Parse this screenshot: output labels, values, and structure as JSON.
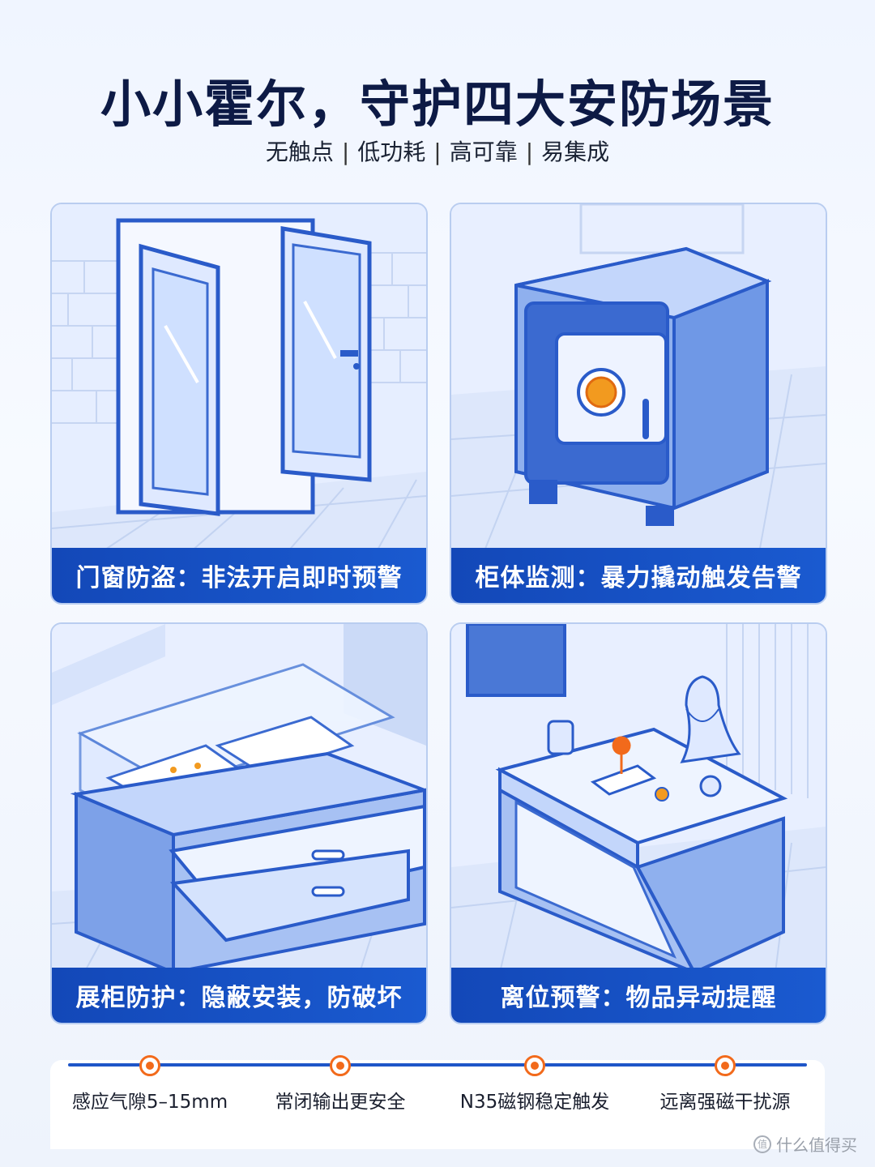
{
  "title": "小小霍尔，守护四大安防场景",
  "subtitle": [
    "无触点",
    "低功耗",
    "高可靠",
    "易集成"
  ],
  "cards": [
    {
      "label": "门窗防盗：非法开启即时预警"
    },
    {
      "label": "柜体监测：暴力撬动触发告警"
    },
    {
      "label": "展柜防护：隐蔽安装，防破坏"
    },
    {
      "label": "离位预警：物品异动提醒"
    }
  ],
  "features": [
    "感应气隙5–15mm",
    "常闭输出更安全",
    "N35磁钢稳定触发",
    "远离强磁干扰源"
  ],
  "colors": {
    "banner": "#1348b8",
    "accent": "#f26a1b",
    "title": "#0d1a45",
    "line": "#1f56c8"
  },
  "watermark": {
    "text": "什么值得买",
    "icon": "zhi-icon"
  }
}
